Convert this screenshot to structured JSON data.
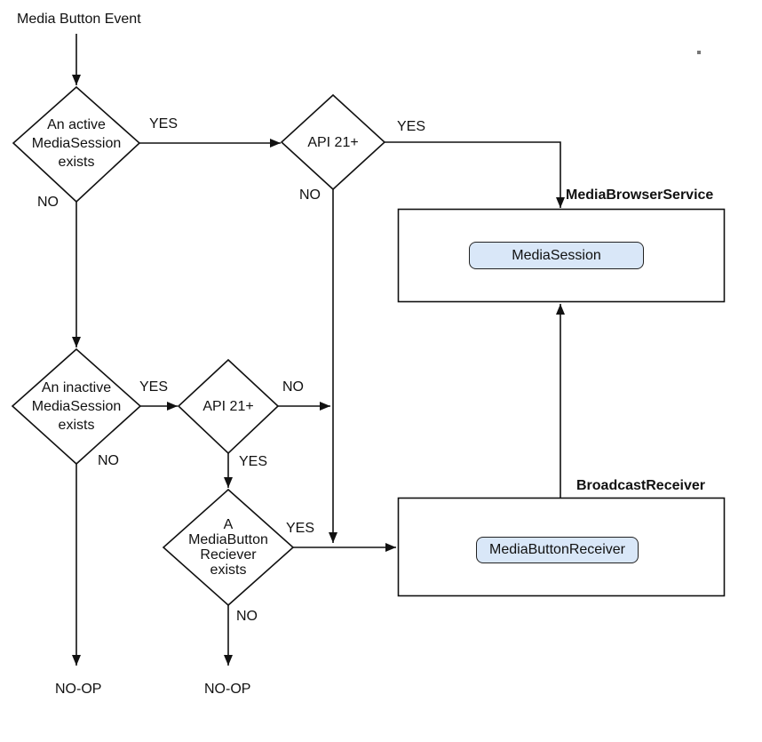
{
  "diagram": {
    "start_label": "Media Button Event",
    "decisions": {
      "active_session": "An active\nMediaSession\nexists",
      "api21_top": "API 21+",
      "inactive_session": "An inactive\nMediaSession\nexists",
      "api21_mid": "API 21+",
      "media_button_receiver_exists": "A\nMediaButton\nReciever\nexists"
    },
    "containers": {
      "media_browser_service": "MediaBrowserService",
      "broadcast_receiver": "BroadcastReceiver"
    },
    "components": {
      "media_session": "MediaSession",
      "media_button_receiver": "MediaButtonReceiver"
    },
    "edge_labels": {
      "active_yes": "YES",
      "active_no": "NO",
      "api21_top_yes": "YES",
      "api21_top_no": "NO",
      "inactive_yes": "YES",
      "inactive_no": "NO",
      "api21_mid_no": "NO",
      "api21_mid_yes": "YES",
      "mbr_yes": "YES",
      "mbr_no": "NO"
    },
    "terminals": {
      "noop_left": "NO-OP",
      "noop_right": "NO-OP"
    }
  },
  "colors": {
    "box_fill": "#d9e7f8",
    "box_border": "#222222",
    "line": "#111111"
  }
}
